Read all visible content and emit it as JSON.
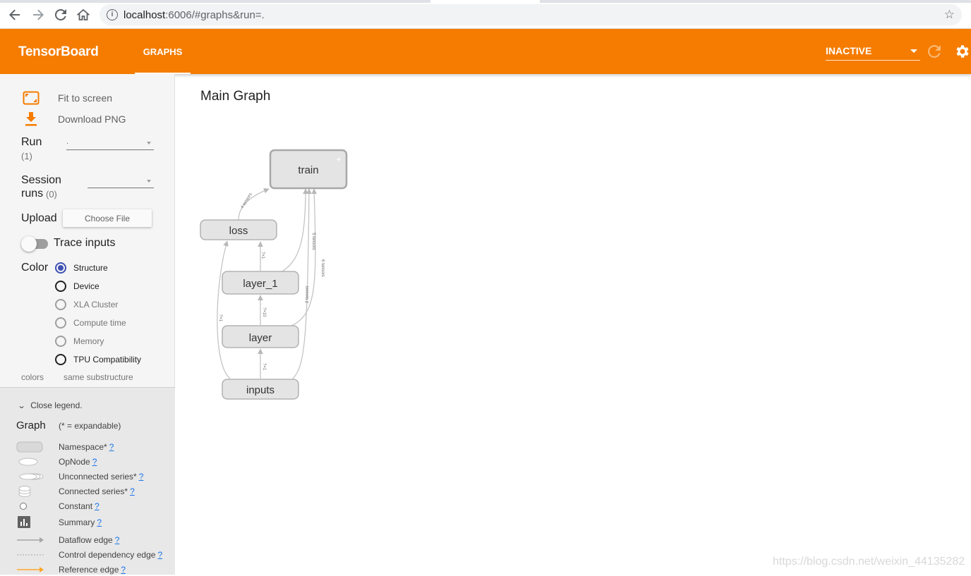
{
  "browser": {
    "url_host": "localhost",
    "url_rest": ":6006/#graphs&run=.",
    "back_icon": "back-arrow-icon",
    "forward_icon": "forward-arrow-icon",
    "reload_icon": "reload-icon",
    "home_icon": "home-icon",
    "info_icon": "info-icon",
    "star_icon": "bookmark-star-icon",
    "info_glyph": "i",
    "star_glyph": "☆"
  },
  "header": {
    "brand": "TensorBoard",
    "tab_label": "GRAPHS",
    "status_select": "INACTIVE",
    "color": "#f57c00"
  },
  "sidebar": {
    "fit_label": "Fit to screen",
    "download_label": "Download PNG",
    "run_label": "Run",
    "run_count": "(1)",
    "run_value": ".",
    "session_label_1": "Session",
    "session_label_2": "runs",
    "session_count": "(0)",
    "session_value": "",
    "upload_label": "Upload",
    "choose_file": "Choose File",
    "trace_label": "Trace inputs",
    "color_label": "Color",
    "color_options": [
      {
        "label": "Structure",
        "selected": true,
        "enabled": true
      },
      {
        "label": "Device",
        "selected": false,
        "enabled": true
      },
      {
        "label": "XLA Cluster",
        "selected": false,
        "enabled": false
      },
      {
        "label": "Compute time",
        "selected": false,
        "enabled": false
      },
      {
        "label": "Memory",
        "selected": false,
        "enabled": false
      },
      {
        "label": "TPU Compatibility",
        "selected": false,
        "enabled": true
      }
    ],
    "colors_left": "colors",
    "colors_right": "same substructure"
  },
  "legend": {
    "toggle": "Close legend.",
    "title": "Graph",
    "subtitle": "(* = expandable)",
    "help": "?",
    "items": [
      {
        "label": "Namespace*",
        "symbol": "namespace"
      },
      {
        "label": "OpNode",
        "symbol": "opnode"
      },
      {
        "label": "Unconnected series*",
        "symbol": "unconnected-series"
      },
      {
        "label": "Connected series*",
        "symbol": "connected-series"
      },
      {
        "label": "Constant",
        "symbol": "constant"
      },
      {
        "label": "Summary",
        "symbol": "summary"
      },
      {
        "label": "Dataflow edge",
        "symbol": "dataflow-edge"
      },
      {
        "label": "Control dependency edge",
        "symbol": "control-edge"
      },
      {
        "label": "Reference edge",
        "symbol": "reference-edge"
      }
    ]
  },
  "main": {
    "title": "Main Graph",
    "nodes": {
      "train": "train",
      "loss": "loss",
      "layer_1": "layer_1",
      "layer": "layer",
      "inputs": "inputs",
      "expand_mark": "+"
    },
    "edge_labels": {
      "loss_train": "4 tensors",
      "layer1_train": "5 tensors",
      "layer_train": "6 tensors",
      "inputs_train": "2 tensors",
      "layer1_loss": "?×1",
      "inputs_loss": "?×1",
      "layer_layer1": "?×10",
      "inputs_layer": "?×1"
    }
  },
  "watermark": "https://blog.csdn.net/weixin_44135282"
}
